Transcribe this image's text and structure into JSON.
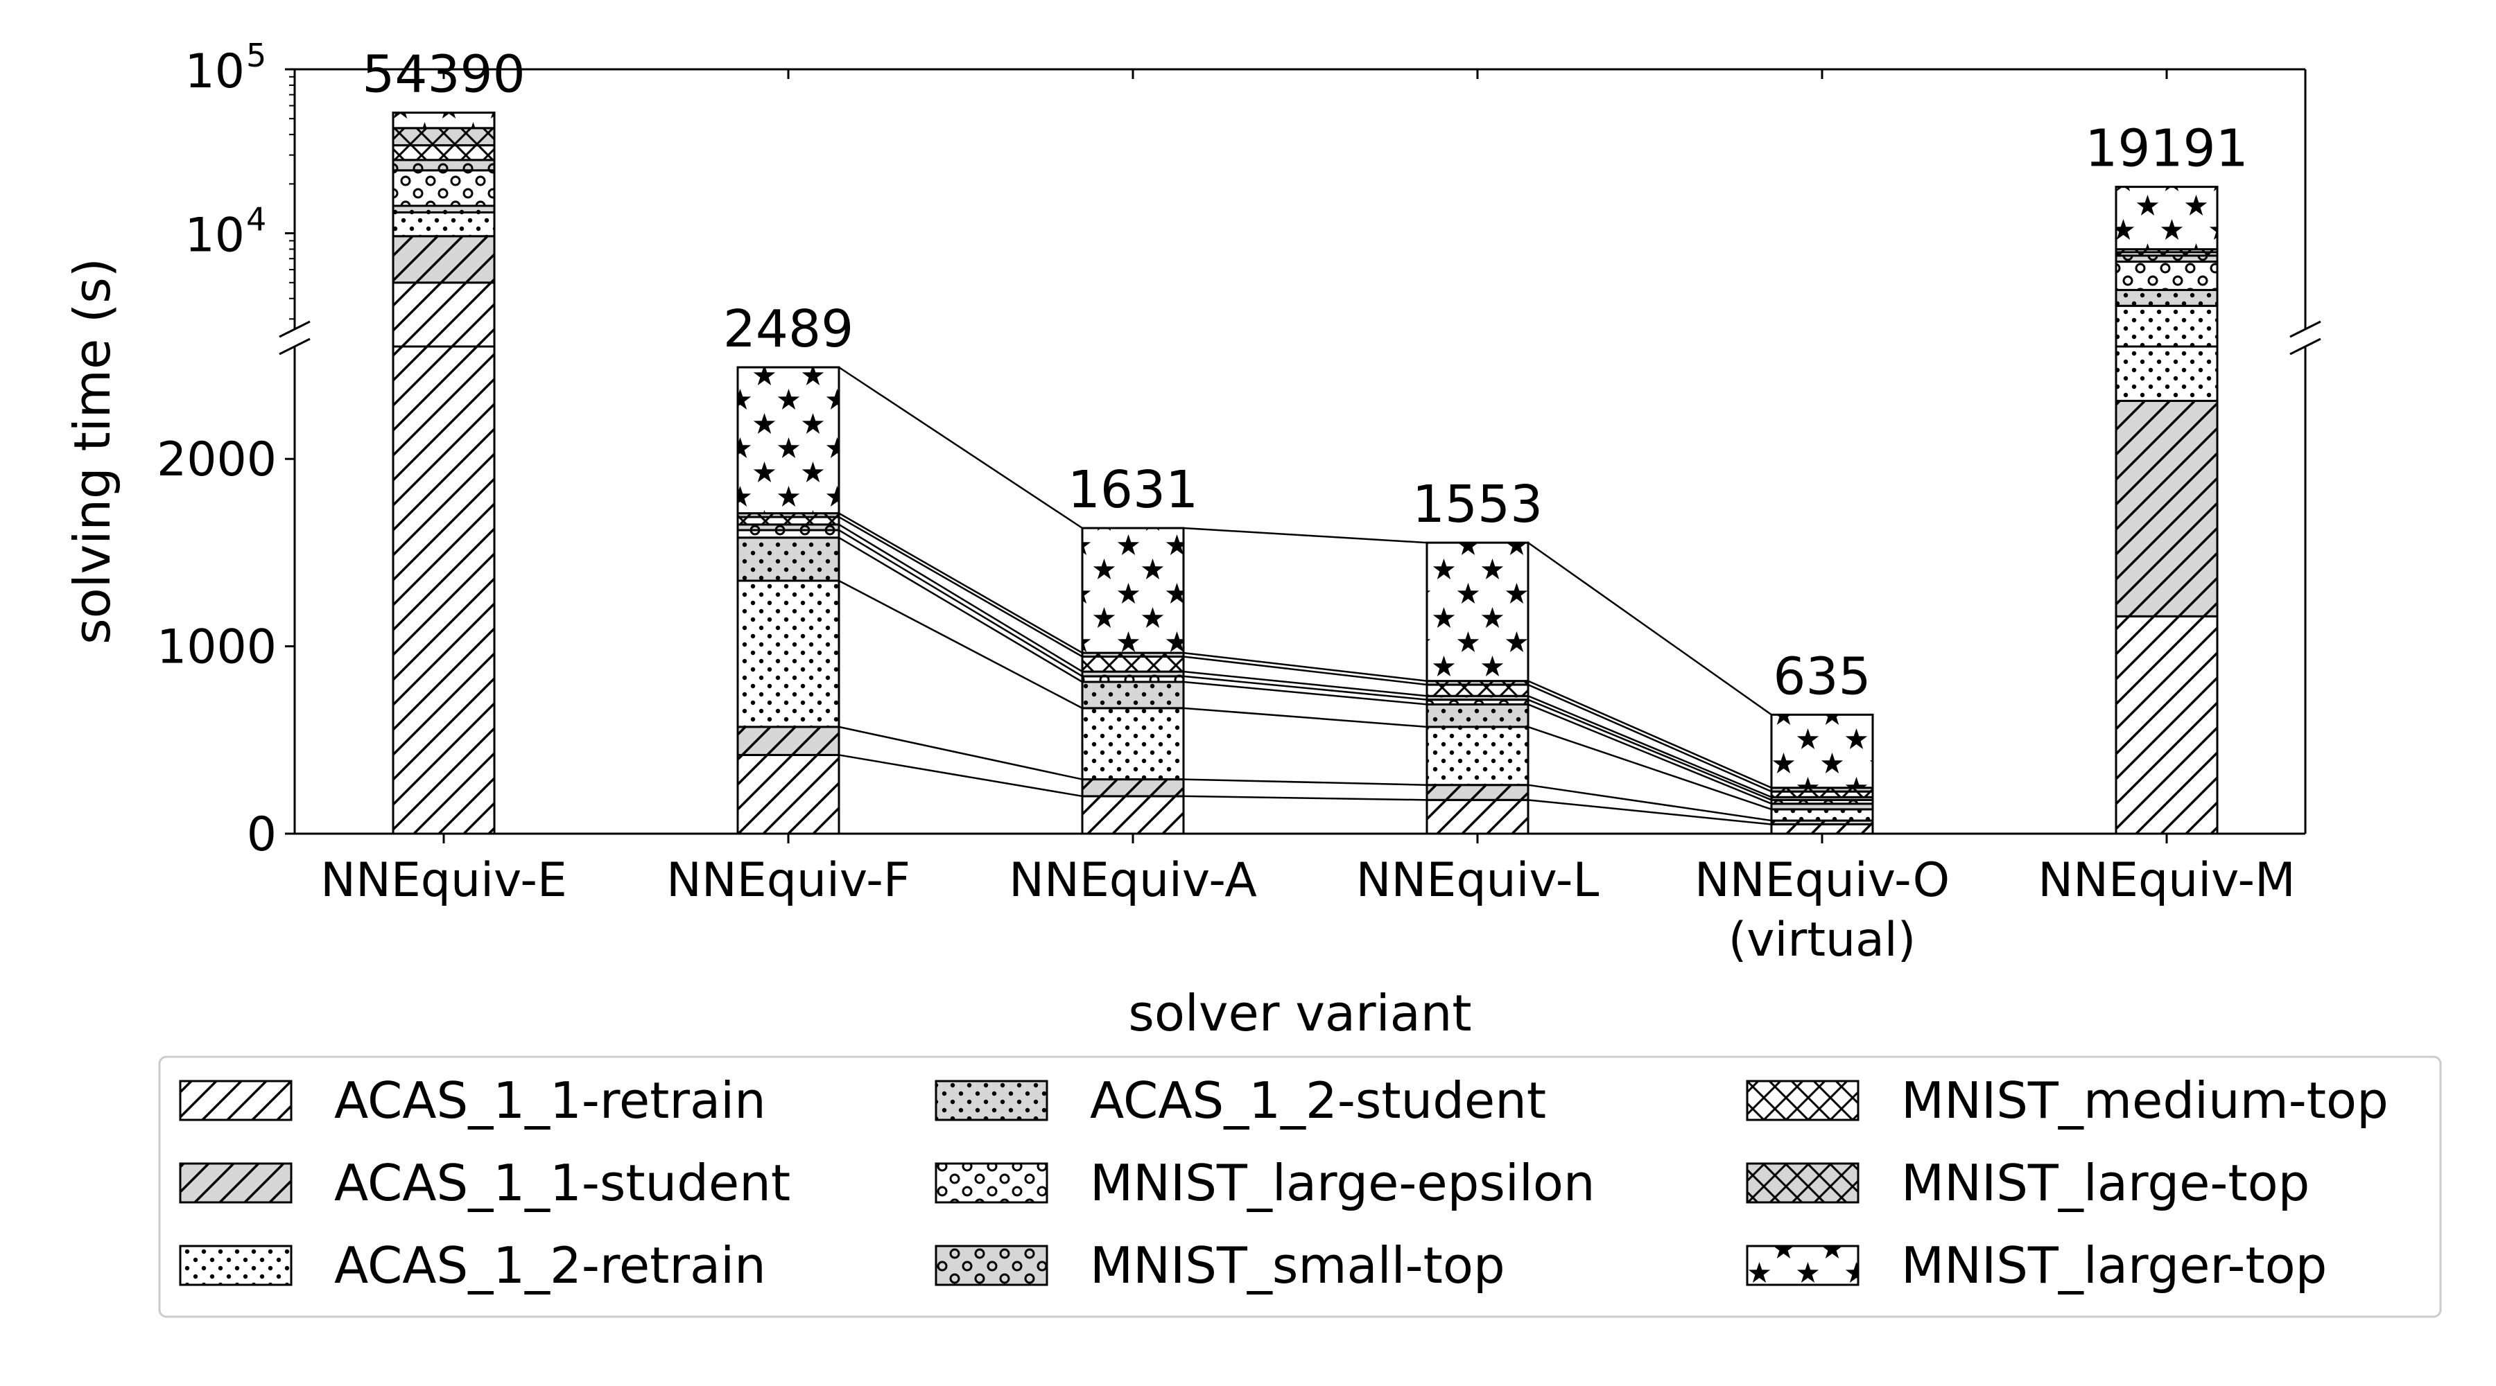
{
  "chart_data": {
    "type": "bar",
    "stacked": true,
    "broken_y_axis": true,
    "xlabel": "solver variant",
    "ylabel": "solving time (s)",
    "categories": [
      [
        "NNEquiv-E"
      ],
      [
        "NNEquiv-F"
      ],
      [
        "NNEquiv-A"
      ],
      [
        "NNEquiv-L"
      ],
      [
        "NNEquiv-O",
        "(virtual)"
      ],
      [
        "NNEquiv-M"
      ]
    ],
    "totals": [
      54390,
      2489,
      1631,
      1553,
      635,
      19191
    ],
    "total_labels": [
      "54390",
      "2489",
      "1631",
      "1553",
      "635",
      "19191"
    ],
    "lower_axis": {
      "scale": "linear",
      "ylim": [
        0,
        2600
      ],
      "ticks": [
        0,
        1000,
        2000
      ],
      "tick_labels": [
        "0",
        "1000",
        "2000"
      ]
    },
    "upper_axis": {
      "scale": "log",
      "ylim": [
        2600,
        100000
      ],
      "ticks": [
        10000,
        100000
      ],
      "tick_labels": [
        "10",
        "10"
      ],
      "tick_exponents": [
        "4",
        "5"
      ]
    },
    "series": [
      {
        "name": "ACAS_1_1-retrain",
        "hatch": "diag",
        "fill": "#ffffff",
        "values": [
          5000,
          420,
          200,
          180,
          50,
          1160
        ]
      },
      {
        "name": "ACAS_1_1-student",
        "hatch": "diag",
        "fill": "#d6d6d6",
        "values": [
          4600,
          150,
          90,
          80,
          20,
          1150
        ]
      },
      {
        "name": "ACAS_1_2-retrain",
        "hatch": "dots-small",
        "fill": "#ffffff",
        "values": [
          3800,
          780,
          380,
          310,
          60,
          1300
        ]
      },
      {
        "name": "ACAS_1_2-student",
        "hatch": "dots-small",
        "fill": "#d6d6d6",
        "values": [
          1300,
          230,
          140,
          120,
          30,
          900
        ]
      },
      {
        "name": "MNIST_large-epsilon",
        "hatch": "circles",
        "fill": "#ffffff",
        "values": [
          9500,
          40,
          30,
          25,
          20,
          2200
        ]
      },
      {
        "name": "MNIST_small-top",
        "hatch": "circles",
        "fill": "#d6d6d6",
        "values": [
          3800,
          30,
          25,
          20,
          15,
          600
        ]
      },
      {
        "name": "MNIST_medium-top",
        "hatch": "cross",
        "fill": "#ffffff",
        "values": [
          6400,
          40,
          80,
          60,
          30,
          350
        ]
      },
      {
        "name": "MNIST_large-top",
        "hatch": "cross",
        "fill": "#d6d6d6",
        "values": [
          9400,
          20,
          20,
          20,
          20,
          330
        ]
      },
      {
        "name": "MNIST_larger-top",
        "hatch": "stars",
        "fill": "#ffffff",
        "values": [
          10590,
          779,
          666,
          738,
          390,
          11201
        ]
      }
    ],
    "legend_position": "bottom",
    "grid": false
  }
}
